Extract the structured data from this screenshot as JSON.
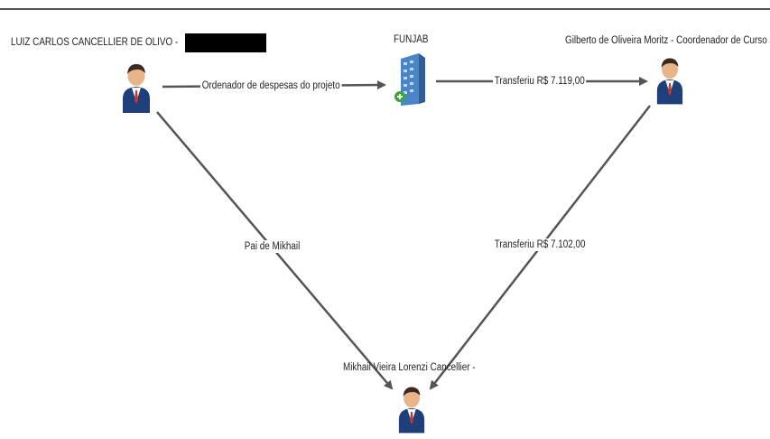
{
  "nodes": {
    "luiz": {
      "label": "LUIZ CARLOS CANCELLIER DE OLIVO -",
      "icon": "person-icon"
    },
    "funjab": {
      "label": "FUNJAB",
      "icon": "building-icon"
    },
    "gilberto": {
      "label": "Gilberto de Oliveira Moritz - Coordenador de Curso",
      "icon": "person-icon"
    },
    "mikhail": {
      "label": "Mikhail Vieira Lorenzi Cancellier -",
      "icon": "person-icon"
    }
  },
  "edges": {
    "luiz_funjab": "Ordenador de despesas do projeto",
    "funjab_gilberto": "Transferiu R$ 7.119,00",
    "luiz_mikhail": "Pai de Mikhail",
    "gilberto_mikhail": "Transferiu R$ 7.102,00"
  },
  "colors": {
    "edge": "#555555",
    "suit": "#1f3f7a",
    "building": "#4a86c5",
    "accent_green": "#3aa63a"
  }
}
